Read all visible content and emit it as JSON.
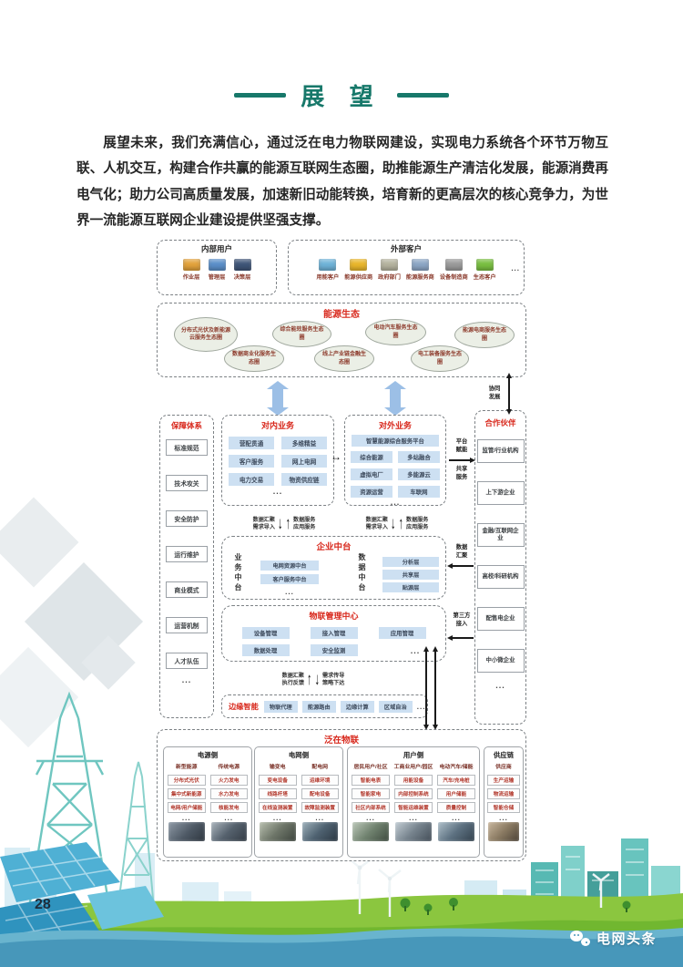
{
  "page": {
    "number": "28",
    "title": "展 望",
    "paragraph": "展望未来，我们充满信心，通过泛在电力物联网建设，实现电力系统各个环节万物互联、人机交互，构建合作共赢的能源互联网生态圈，助推能源生产清洁化发展，能源消费再电气化；助力公司高质量发展，加速新旧动能转换，培育新的更高层次的核心竞争力，为世界一流能源互联网企业建设提供坚强支撑。",
    "footer_brand": "电网头条",
    "dots": "..."
  },
  "colors": {
    "accent_teal": "#17786a",
    "title_red": "#d8281c",
    "box_blue": "#cde0f2",
    "band_blue": "#4797ba",
    "item_red": "#b2382c"
  },
  "users": {
    "internal": {
      "title": "内部用户",
      "items": [
        {
          "label": "作业层",
          "icon": "workers-icon",
          "color": "#e2a23c"
        },
        {
          "label": "管理层",
          "icon": "manager-icon",
          "color": "#5b8fc9"
        },
        {
          "label": "决策层",
          "icon": "decision-icon",
          "color": "#3f5578"
        }
      ]
    },
    "external": {
      "title": "外部客户",
      "items": [
        {
          "label": "用能客户",
          "icon": "energy-user-icon",
          "color": "#6fb3d8"
        },
        {
          "label": "能源供应商",
          "icon": "bulb-icon",
          "color": "#e9b62b"
        },
        {
          "label": "政府部门",
          "icon": "government-icon",
          "color": "#b5b39f"
        },
        {
          "label": "能源服务商",
          "icon": "service-provider-icon",
          "color": "#8ca6c5"
        },
        {
          "label": "设备制造商",
          "icon": "manufacturer-icon",
          "color": "#9b9b9b"
        },
        {
          "label": "生态客户",
          "icon": "eco-icon",
          "color": "#79bf41"
        }
      ]
    }
  },
  "ecology": {
    "title": "能源生态",
    "ellipses": [
      "分布式光伏及新能源云服务生态圈",
      "数据商业化服务生态圈",
      "综合能效服务生态圈",
      "线上产业链金融生态圈",
      "电动汽车服务生态圈",
      "电工装备服务生态圈",
      "能源电商服务生态圈"
    ]
  },
  "guarantee": {
    "title": "保障体系",
    "items": [
      "标准规范",
      "技术攻关",
      "安全防护",
      "运行维护",
      "商业模式",
      "运营机制",
      "人才队伍"
    ]
  },
  "inner_biz": {
    "title": "对内业务",
    "items": [
      "营配贯通",
      "多维精益",
      "客户服务",
      "网上电网",
      "电力交易",
      "物资供应链"
    ]
  },
  "outer_biz": {
    "title": "对外业务",
    "platform": "智慧能源综合服务平台",
    "items": [
      "综合能源",
      "多站融合",
      "虚拟电厂",
      "多能源云",
      "资源运营",
      "车联网"
    ]
  },
  "partners": {
    "title": "合作伙伴",
    "items": [
      "监管/行业机构",
      "上下游企业",
      "金融/互联网企业",
      "高校/科研机构",
      "配售电企业",
      "中小微企业"
    ]
  },
  "middle_platform": {
    "title": "企业中台",
    "business": {
      "title": "业务中台",
      "items": [
        "电网资源中台",
        "客户服务中台"
      ]
    },
    "data": {
      "title": "数据中台",
      "items": [
        "分析层",
        "共享层",
        "贴源层"
      ]
    }
  },
  "iot_center": {
    "title": "物联管理中心",
    "items": [
      "设备管理",
      "接入管理",
      "应用管理",
      "数据处理",
      "安全监测"
    ]
  },
  "edge": {
    "title": "边缘智能",
    "items": [
      "物联代理",
      "能源路由",
      "边缘计算",
      "区域自治"
    ]
  },
  "flows": {
    "g1": {
      "l": [
        "数据汇聚",
        "需求导入"
      ],
      "r": [
        "数据服务",
        "应用服务"
      ]
    },
    "g2": {
      "l": [
        "数据汇聚",
        "需求导入"
      ],
      "r": [
        "数据服务",
        "应用服务"
      ]
    },
    "g3": {
      "l": [
        "数据汇聚",
        "执行反馈"
      ],
      "r": [
        "需求传导",
        "策略下达"
      ]
    },
    "synergy": [
      "协同",
      "发展"
    ],
    "platform_enable": [
      "平台",
      "赋能"
    ],
    "share_service": [
      "共享",
      "服务"
    ],
    "data_agg": [
      "数据",
      "汇聚"
    ],
    "third_party": [
      "第三方",
      "接入"
    ]
  },
  "ubiquitous": {
    "title": "泛在物联",
    "groups": [
      {
        "title": "电源侧",
        "columns": [
          {
            "title": "新型能源",
            "items": [
              "分布式光伏",
              "集中式新能源",
              "电网/用户储能"
            ]
          },
          {
            "title": "传统电源",
            "items": [
              "火力发电",
              "水力发电",
              "核能发电"
            ]
          }
        ]
      },
      {
        "title": "电网侧",
        "columns": [
          {
            "title": "输变电",
            "items": [
              "变电设备",
              "线路杆塔",
              "在线监测装置"
            ]
          },
          {
            "title": "配电网",
            "items": [
              "运维环境",
              "配电设备",
              "故障监测装置"
            ]
          }
        ]
      },
      {
        "title": "用户侧",
        "columns": [
          {
            "title": "居民用户/社区",
            "items": [
              "智能电表",
              "智能家电",
              "社区内部系统"
            ]
          },
          {
            "title": "工商业用户/园区",
            "items": [
              "用能设备",
              "内部控制系统",
              "智能运维装置"
            ]
          },
          {
            "title": "电动汽车/储能",
            "items": [
              "汽车/充电桩",
              "用户储能",
              "质量控制"
            ]
          }
        ]
      },
      {
        "title": "供应链",
        "columns": [
          {
            "title": "供应商",
            "items": [
              "生产运输",
              "物流运输",
              "智能仓储"
            ]
          }
        ]
      }
    ]
  }
}
